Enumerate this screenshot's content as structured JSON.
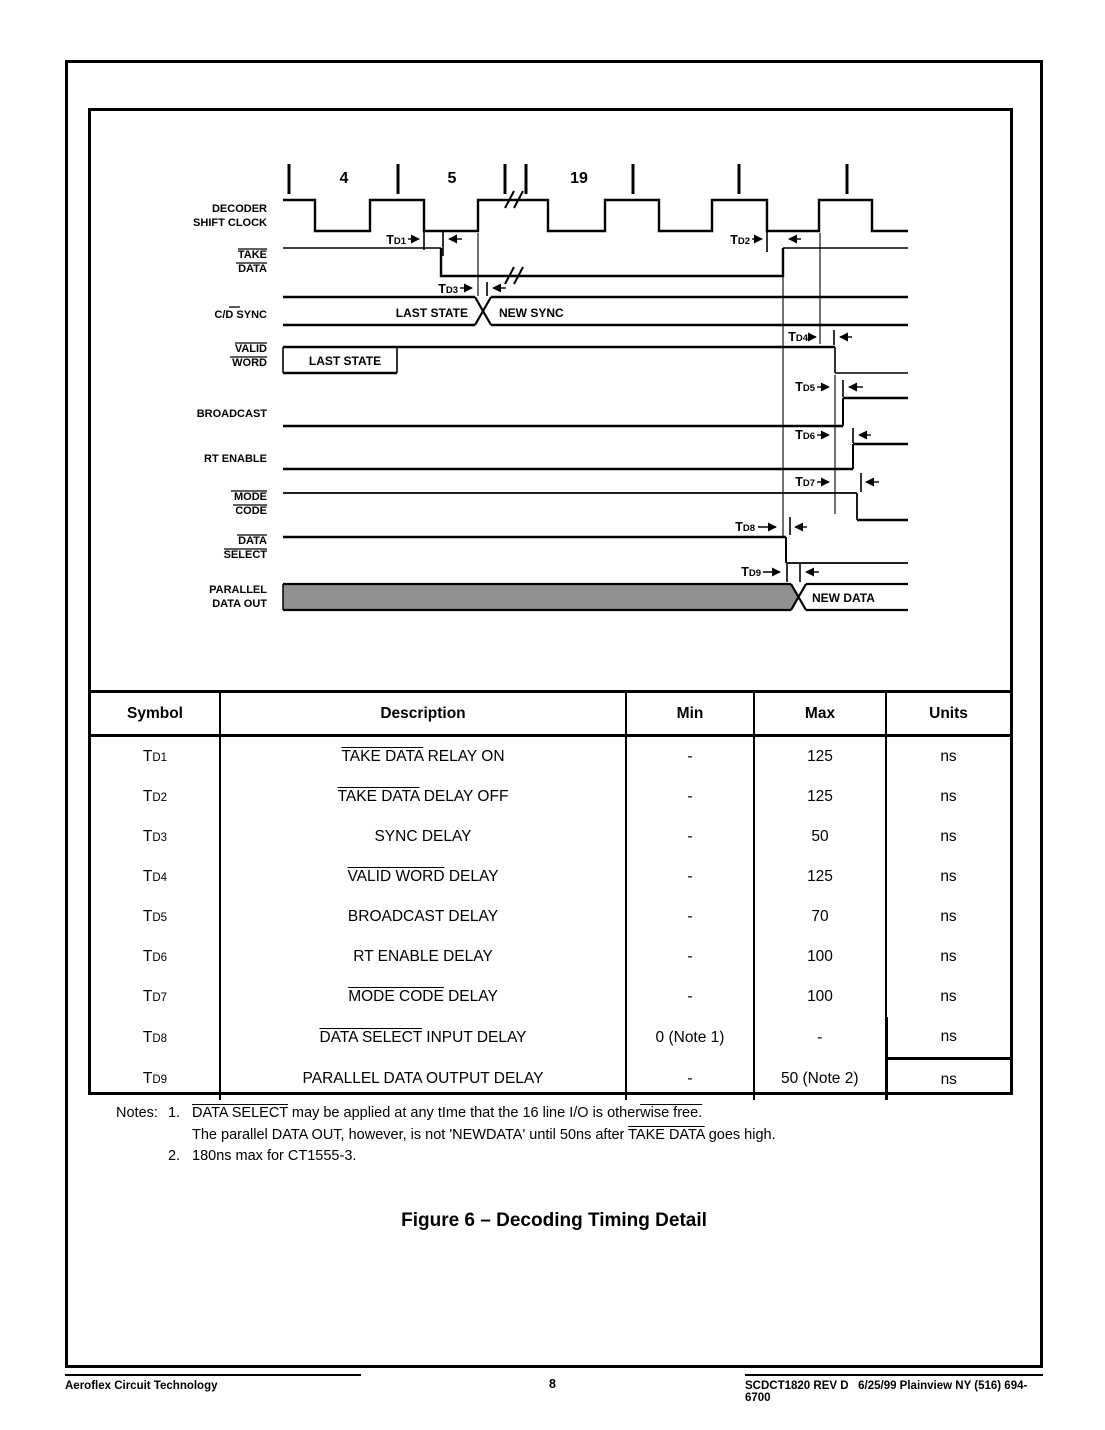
{
  "diagram": {
    "bits": [
      "4",
      "5",
      "19"
    ],
    "sig": {
      "decoder_l1": "DECODER",
      "decoder_l2": "SHIFT CLOCK",
      "take_l1": "TAKE",
      "take_l2": "DATA",
      "sync_pre": "C/",
      "sync_bar": "D",
      "sync_post": " SYNC",
      "valid_l1": "VALID",
      "valid_l2": "WORD",
      "broadcast": "BROADCAST",
      "rt_enable": "RT ENABLE",
      "mode_l1": "MODE",
      "mode_l2": "CODE",
      "dsel_l1": "DATA",
      "dsel_l2": "SELECT",
      "pdo_l1": "PARALLEL",
      "pdo_l2": "DATA OUT"
    },
    "ann": {
      "last_state_sync": "LAST STATE",
      "new_sync": "NEW SYNC",
      "last_state_word": "LAST STATE",
      "new_data": "NEW DATA"
    },
    "td": [
      {
        "base": "T",
        "sub": "D1"
      },
      {
        "base": "T",
        "sub": "D2"
      },
      {
        "base": "T",
        "sub": "D3"
      },
      {
        "base": "T",
        "sub": "D4"
      },
      {
        "base": "T",
        "sub": "D5"
      },
      {
        "base": "T",
        "sub": "D6"
      },
      {
        "base": "T",
        "sub": "D7"
      },
      {
        "base": "T",
        "sub": "D8"
      },
      {
        "base": "T",
        "sub": "D9"
      }
    ],
    "gray_bus_color": "#909090"
  },
  "table": {
    "headers": [
      "Symbol",
      "Description",
      "Min",
      "Max",
      "Units"
    ],
    "rows": [
      {
        "sym_base": "T",
        "sym_sub": "D1",
        "desc_ov": "TAKE DATA",
        "desc_rest": " RELAY ON",
        "min": "-",
        "max": "125",
        "units": "ns"
      },
      {
        "sym_base": "T",
        "sym_sub": "D2",
        "desc_ov": "TAKE DATA",
        "desc_rest": " DELAY OFF",
        "min": "-",
        "max": "125",
        "units": "ns"
      },
      {
        "sym_base": "T",
        "sym_sub": "D3",
        "desc_ov": "",
        "desc_rest": "SYNC DELAY",
        "min": "-",
        "max": "50",
        "units": "ns"
      },
      {
        "sym_base": "T",
        "sym_sub": "D4",
        "desc_ov": "VALID WORD",
        "desc_rest": " DELAY",
        "min": "-",
        "max": "125",
        "units": "ns"
      },
      {
        "sym_base": "T",
        "sym_sub": "D5",
        "desc_ov": "",
        "desc_rest": "BROADCAST DELAY",
        "min": "-",
        "max": "70",
        "units": "ns"
      },
      {
        "sym_base": "T",
        "sym_sub": "D6",
        "desc_ov": "",
        "desc_rest": "RT ENABLE DELAY",
        "min": "-",
        "max": "100",
        "units": "ns"
      },
      {
        "sym_base": "T",
        "sym_sub": "D7",
        "desc_ov": "MODE CODE",
        "desc_rest": " DELAY",
        "min": "-",
        "max": "100",
        "units": "ns"
      },
      {
        "sym_base": "T",
        "sym_sub": "D8",
        "desc_ov": "DATA SELECT",
        "desc_rest": " INPUT DELAY",
        "min": "0 (Note 1)",
        "max": "-",
        "units": "ns"
      },
      {
        "sym_base": "T",
        "sym_sub": "D9",
        "desc_ov": "",
        "desc_rest": "PARALLEL DATA OUTPUT DELAY",
        "min": "-",
        "max": "50 (Note 2)",
        "units": "ns"
      }
    ]
  },
  "notes": {
    "label": "Notes:",
    "n1_num": "1.",
    "n1_ov": "DATA SELECT",
    "n1_mid": " may be applied at any tIme that the 16 line I/O is other",
    "n1_ov2": "wise free.",
    "n2_pre": "The parallel DATA OUT, however, is not 'NEWDATA' until 50ns after ",
    "n2_ov": "TAKE DATA",
    "n2_post": " goes high.",
    "n3_num": "2.",
    "n3": "180ns max for CT1555-3."
  },
  "caption": "Figure 6 – Decoding Timing Detail",
  "footer": {
    "company": "Aeroflex Circuit Technology",
    "page": "8",
    "doc": "SCDCT1820 REV D   6/25/99 Plainview NY (516) 694-6700"
  }
}
